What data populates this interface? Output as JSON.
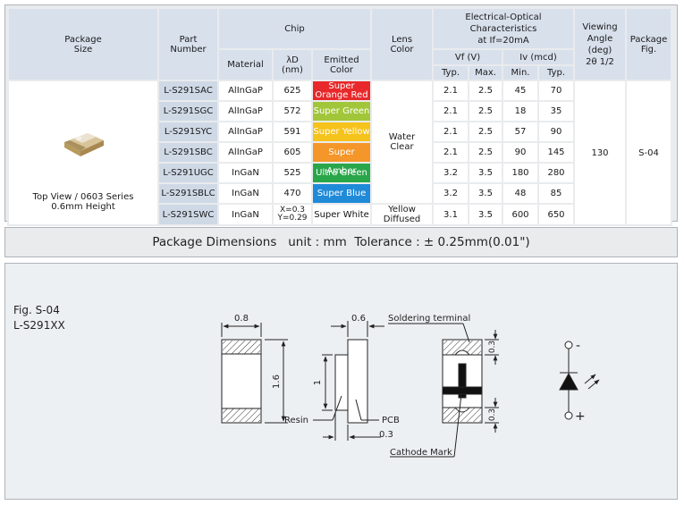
{
  "table": {
    "headers": {
      "package_size": [
        "Package",
        "Size"
      ],
      "part_number": [
        "Part",
        "Number"
      ],
      "chip": "Chip",
      "lens_color": [
        "Lens",
        "Color"
      ],
      "eo": [
        "Electrical-Optical",
        "Characteristics",
        "at If=20mA"
      ],
      "viewing_angle": [
        "Viewing",
        "Angle",
        "(deg)",
        "2θ 1/2"
      ],
      "package_fig": [
        "Package",
        "Fig."
      ],
      "material": "Material",
      "lambda_d": [
        "λD",
        "(nm)"
      ],
      "emitted_color": [
        "Emitted",
        "Color"
      ],
      "vf": "Vf (V)",
      "iv": "Iv (mcd)",
      "typ": "Typ.",
      "max": "Max.",
      "min": "Min."
    },
    "package_caption": [
      "Top View / 0603 Series",
      "0.6mm Height"
    ],
    "lens_water": [
      "Water",
      "Clear"
    ],
    "lens_yellow": [
      "Yellow",
      "Diffused"
    ],
    "viewing_angle_value": "130",
    "package_fig_value": "S-04",
    "rows": [
      {
        "part": "L-S291SAC",
        "material": "AlInGaP",
        "ld": "625",
        "emit": [
          "Super",
          "Orange Red"
        ],
        "color": "#e8282a",
        "vf_typ": "2.1",
        "vf_max": "2.5",
        "iv_min": "45",
        "iv_typ": "70"
      },
      {
        "part": "L-S291SGC",
        "material": "AlInGaP",
        "ld": "572",
        "emit": [
          "Super Green"
        ],
        "color": "#a2c63a",
        "vf_typ": "2.1",
        "vf_max": "2.5",
        "iv_min": "18",
        "iv_typ": "35"
      },
      {
        "part": "L-S291SYC",
        "material": "AlInGaP",
        "ld": "591",
        "emit": [
          "Super Yellow"
        ],
        "color": "#f6c21c",
        "vf_typ": "2.1",
        "vf_max": "2.5",
        "iv_min": "57",
        "iv_typ": "90"
      },
      {
        "part": "L-S291SBC",
        "material": "AlInGaP",
        "ld": "605",
        "emit": [
          "Super Amber"
        ],
        "color": "#f4962a",
        "vf_typ": "2.1",
        "vf_max": "2.5",
        "iv_min": "90",
        "iv_typ": "145"
      },
      {
        "part": "L-S291UGC",
        "material": "InGaN",
        "ld": "525",
        "emit": [
          "Ultra Green"
        ],
        "color": "#2aa64a",
        "vf_typ": "3.2",
        "vf_max": "3.5",
        "iv_min": "180",
        "iv_typ": "280"
      },
      {
        "part": "L-S291SBLC",
        "material": "InGaN",
        "ld": "470",
        "emit": [
          "Super Blue"
        ],
        "color": "#1f8ad8",
        "vf_typ": "3.2",
        "vf_max": "3.5",
        "iv_min": "48",
        "iv_typ": "85"
      },
      {
        "part": "L-S291SWC",
        "material": "InGaN",
        "ld": [
          "X=0.3",
          "Y=0.29"
        ],
        "emit": [
          "Super White"
        ],
        "color": "#ffffff",
        "vf_typ": "3.1",
        "vf_max": "3.5",
        "iv_min": "600",
        "iv_typ": "650"
      }
    ]
  },
  "dimensions_title": "Package Dimensions   unit : mm  Tolerance : ± 0.25mm(0.01\")",
  "figure": {
    "fig_label": "Fig. S-04",
    "part_label": "L-S291XX",
    "dim_08": "0.8",
    "dim_16": "1.6",
    "dim_06": "0.6",
    "dim_1": "1",
    "dim_03_side": "0.3",
    "dim_03_top": "0.3",
    "dim_03_bottom": "0.3",
    "resin": "Resin",
    "pcb": "PCB",
    "soldering_terminal": "Soldering terminal",
    "cathode_mark": "Cathode Mark",
    "minus": "-",
    "plus": "+"
  }
}
